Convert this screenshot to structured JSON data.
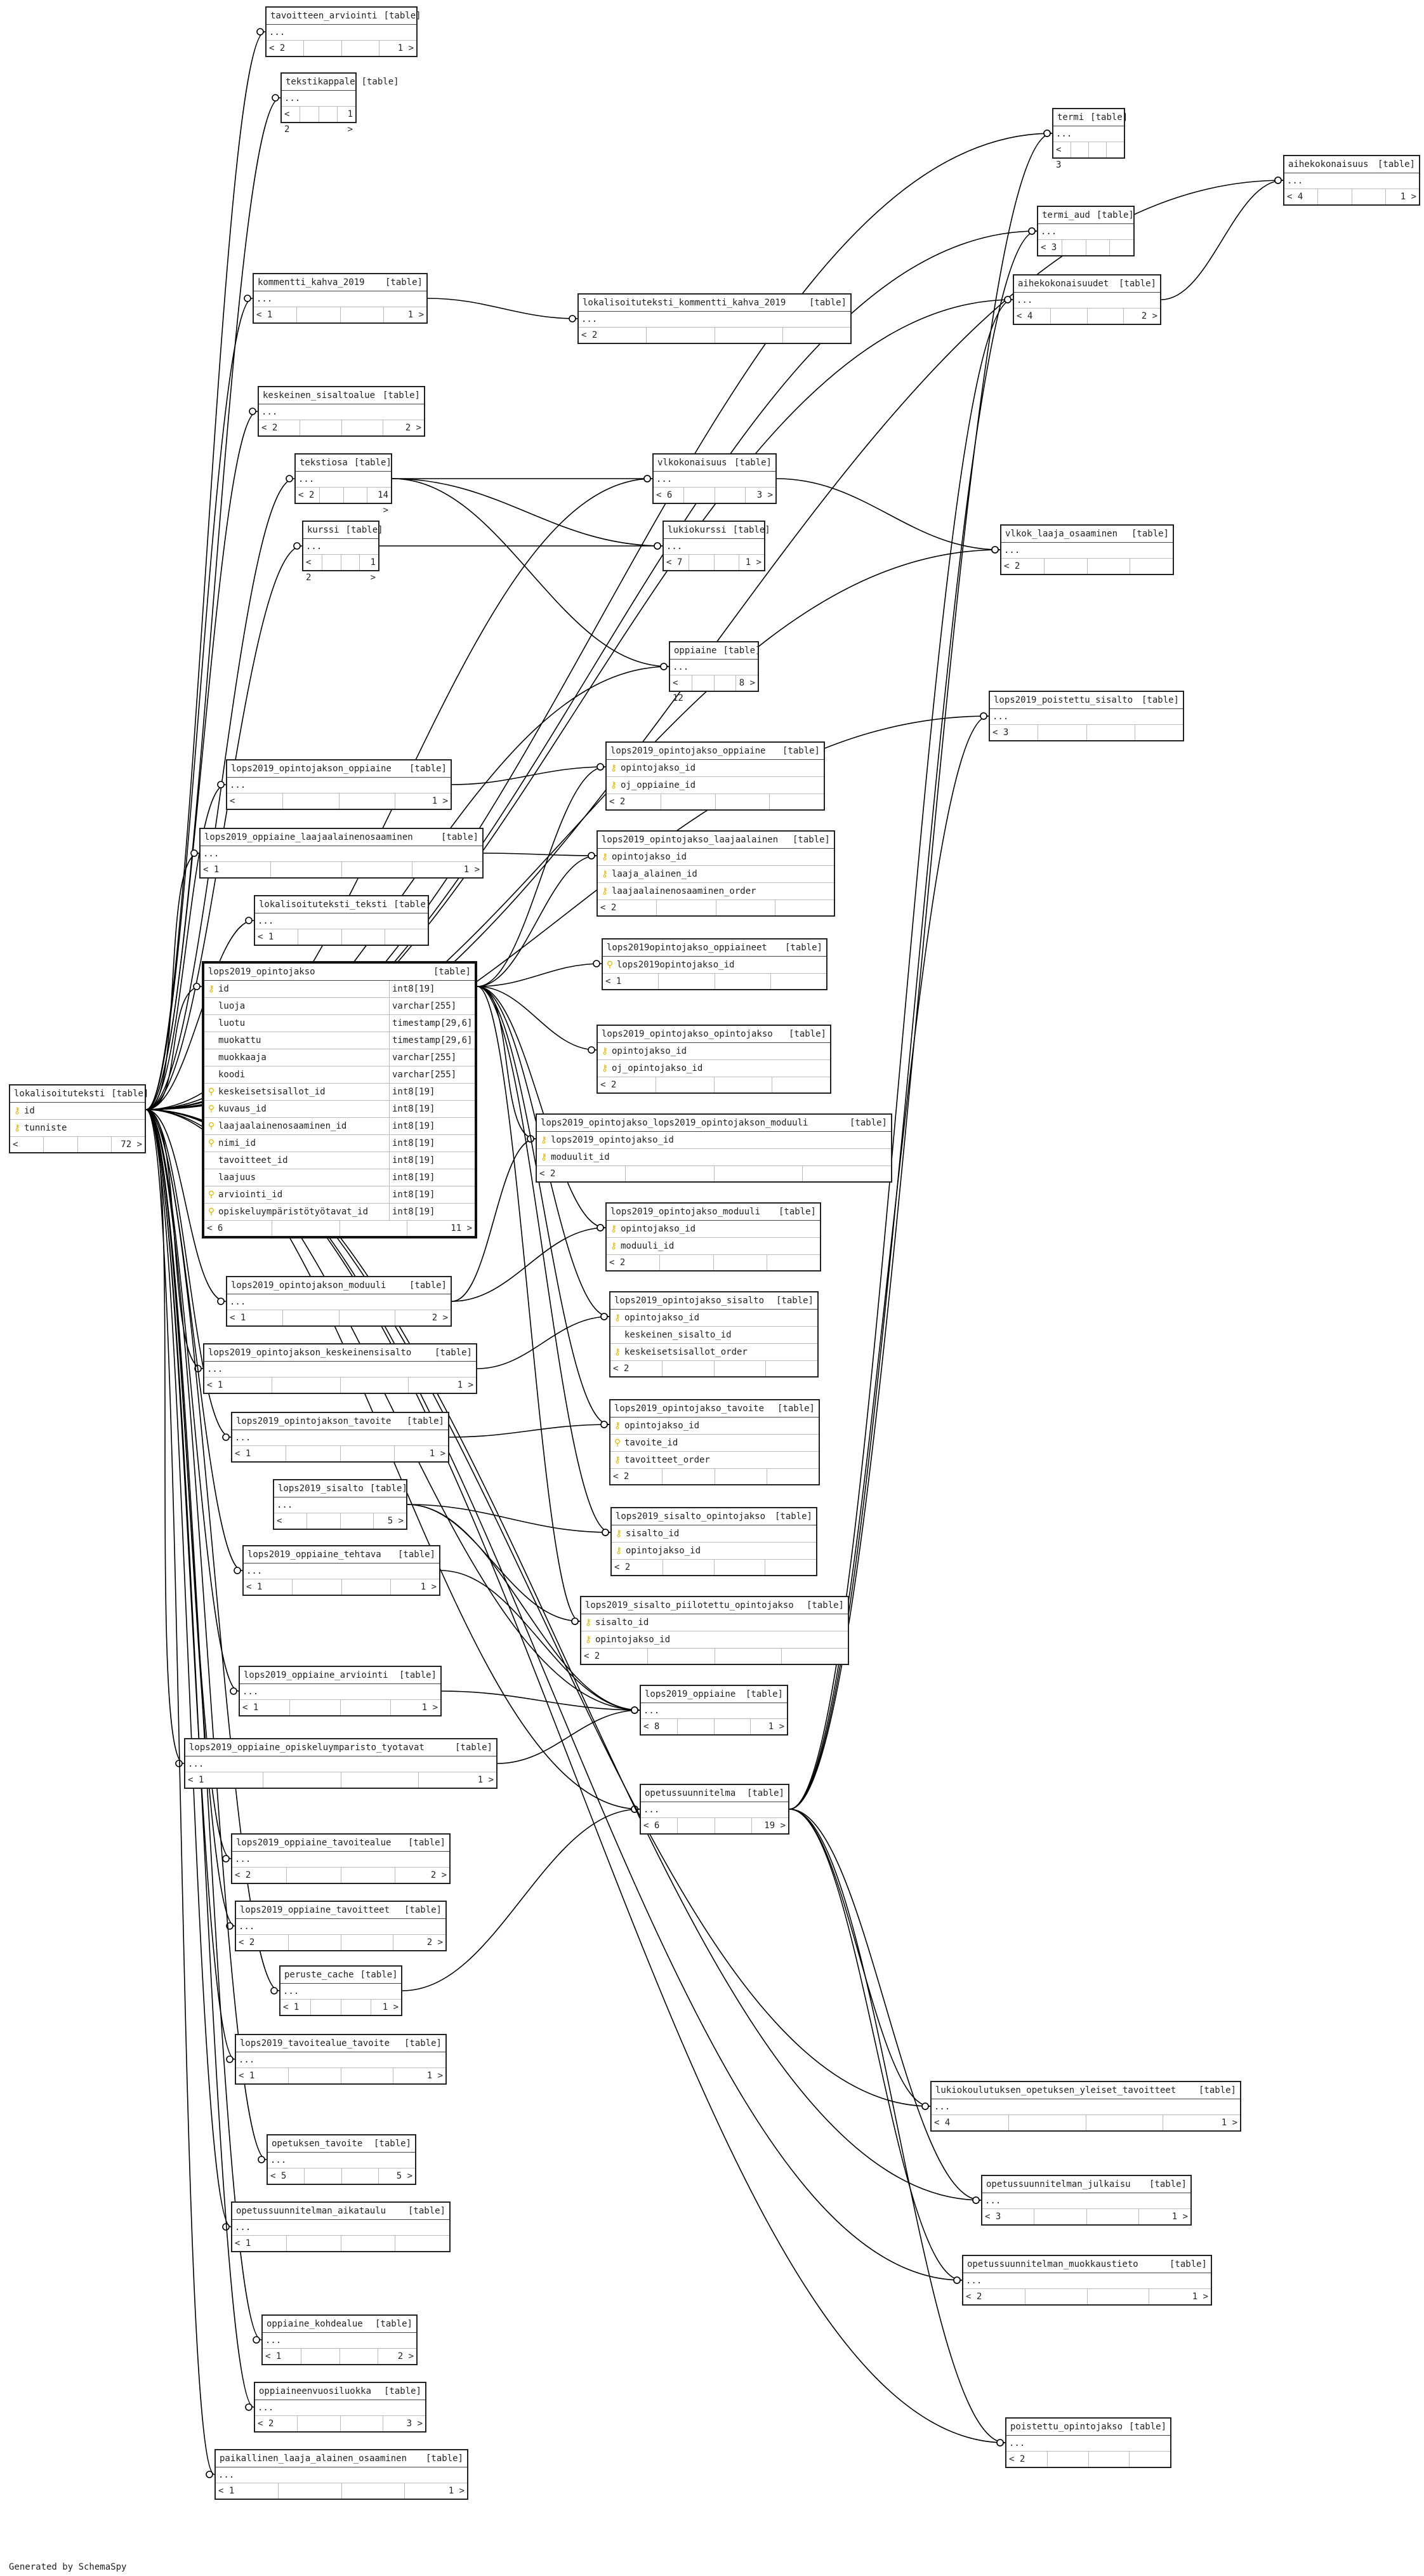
{
  "window": {
    "title": "SchemaSpy relationships diagram"
  },
  "footer": {
    "generated_by": "Generated by SchemaSpy"
  },
  "labels": {
    "tag": "[table]",
    "ellipsis": "...",
    "prefix": "< "
  },
  "colors": {
    "line": "#000000",
    "border": "#222222",
    "key_icon": "#e0b800"
  },
  "tables": [
    {
      "id": "tavoitteen_arviointi",
      "name": "tavoitteen_arviointi",
      "parents": "2",
      "children": "1"
    },
    {
      "id": "tekstikappale",
      "name": "tekstikappale",
      "parents": "2",
      "children": "1"
    },
    {
      "id": "termi",
      "name": "termi",
      "parents": "3",
      "children": ""
    },
    {
      "id": "aihekokonaisuus",
      "name": "aihekokonaisuus",
      "parents": "4",
      "children": "1"
    },
    {
      "id": "termi_aud",
      "name": "termi_aud",
      "parents": "3",
      "children": ""
    },
    {
      "id": "kommentti_kahva_2019",
      "name": "kommentti_kahva_2019",
      "parents": "1",
      "children": "1"
    },
    {
      "id": "lokalisoituteksti_kommentti_kahva_2019",
      "name": "lokalisoituteksti_kommentti_kahva_2019",
      "parents": "2",
      "children": ""
    },
    {
      "id": "aihekokonaisuudet",
      "name": "aihekokonaisuudet",
      "parents": "4",
      "children": "2"
    },
    {
      "id": "keskeinen_sisaltoalue",
      "name": "keskeinen_sisaltoalue",
      "parents": "2",
      "children": "2"
    },
    {
      "id": "tekstiosa",
      "name": "tekstiosa",
      "parents": "2",
      "children": "14"
    },
    {
      "id": "vlkokonaisuus",
      "name": "vlkokonaisuus",
      "parents": "6",
      "children": "3"
    },
    {
      "id": "kurssi",
      "name": "kurssi",
      "parents": "2",
      "children": "1"
    },
    {
      "id": "lukiokurssi",
      "name": "lukiokurssi",
      "parents": "7",
      "children": "1"
    },
    {
      "id": "vlkok_laaja_osaaminen",
      "name": "vlkok_laaja_osaaminen",
      "parents": "2",
      "children": ""
    },
    {
      "id": "oppiaine",
      "name": "oppiaine",
      "parents": "12",
      "children": "8"
    },
    {
      "id": "lops2019_poistettu_sisalto",
      "name": "lops2019_poistettu_sisalto",
      "parents": "3",
      "children": ""
    },
    {
      "id": "lops2019_opintojakson_oppiaine",
      "name": "lops2019_opintojakson_oppiaine",
      "parents": "",
      "children": "1"
    },
    {
      "id": "lops2019_opintojakso_oppiaine",
      "name": "lops2019_opintojakso_oppiaine",
      "parents": "2",
      "children": "",
      "rows": [
        {
          "key": "⚷",
          "name": "opintojakso_id"
        },
        {
          "key": "⚷",
          "name": "oj_oppiaine_id"
        }
      ]
    },
    {
      "id": "lops2019_oppiaine_laajaalainenosaaminen",
      "name": "lops2019_oppiaine_laajaalainenosaaminen",
      "parents": "1",
      "children": "1"
    },
    {
      "id": "lops2019_opintojakso_laajaalainen",
      "name": "lops2019_opintojakso_laajaalainen",
      "parents": "2",
      "children": "",
      "rows": [
        {
          "key": "⚷",
          "name": "opintojakso_id"
        },
        {
          "key": "⚷",
          "name": "laaja_alainen_id"
        },
        {
          "key": "⚷",
          "name": "laajaalainenosaaminen_order"
        }
      ]
    },
    {
      "id": "lokalisoituteksti_teksti",
      "name": "lokalisoituteksti_teksti",
      "parents": "1",
      "children": ""
    },
    {
      "id": "lops2019opintojakso_oppiaineet",
      "name": "lops2019opintojakso_oppiaineet",
      "parents": "1",
      "children": "",
      "rows": [
        {
          "key": "⚲",
          "name": "lops2019opintojakso_id"
        }
      ]
    },
    {
      "id": "lops2019_opintojakso_opintojakso",
      "name": "lops2019_opintojakso_opintojakso",
      "parents": "2",
      "children": "",
      "rows": [
        {
          "key": "⚷",
          "name": "opintojakso_id"
        },
        {
          "key": "⚷",
          "name": "oj_opintojakso_id"
        }
      ]
    },
    {
      "id": "lops2019_opintojakso_lops2019_opintojakson_moduuli",
      "name": "lops2019_opintojakso_lops2019_opintojakson_moduuli",
      "parents": "2",
      "children": "",
      "rows": [
        {
          "key": "⚷",
          "name": "lops2019_opintojakso_id"
        },
        {
          "key": "⚷",
          "name": "moduulit_id"
        }
      ]
    },
    {
      "id": "lokalisoituteksti",
      "name": "lokalisoituteksti",
      "parents": "",
      "children": "72",
      "rows": [
        {
          "key": "⚷",
          "name": "id"
        },
        {
          "key": "⚷",
          "name": "tunniste"
        }
      ]
    },
    {
      "id": "lops2019_opintojakso",
      "name": "lops2019_opintojakso",
      "parents": "6",
      "children": "11",
      "main": true,
      "rows": [
        {
          "key": "⚷",
          "name": "id",
          "type": "int8[19]"
        },
        {
          "key": "",
          "name": "luoja",
          "type": "varchar[255]"
        },
        {
          "key": "",
          "name": "luotu",
          "type": "timestamp[29,6]"
        },
        {
          "key": "",
          "name": "muokattu",
          "type": "timestamp[29,6]"
        },
        {
          "key": "",
          "name": "muokkaaja",
          "type": "varchar[255]"
        },
        {
          "key": "",
          "name": "koodi",
          "type": "varchar[255]"
        },
        {
          "key": "⚲",
          "name": "keskeisetsisallot_id",
          "type": "int8[19]"
        },
        {
          "key": "⚲",
          "name": "kuvaus_id",
          "type": "int8[19]"
        },
        {
          "key": "⚲",
          "name": "laajaalainenosaaminen_id",
          "type": "int8[19]"
        },
        {
          "key": "⚲",
          "name": "nimi_id",
          "type": "int8[19]"
        },
        {
          "key": "",
          "name": "tavoitteet_id",
          "type": "int8[19]"
        },
        {
          "key": "",
          "name": "laajuus",
          "type": "int8[19]"
        },
        {
          "key": "⚲",
          "name": "arviointi_id",
          "type": "int8[19]"
        },
        {
          "key": "⚲",
          "name": "opiskeluympäristötyötavat_id",
          "type": "int8[19]"
        }
      ]
    },
    {
      "id": "lops2019_opintojakso_moduuli",
      "name": "lops2019_opintojakso_moduuli",
      "parents": "2",
      "children": "",
      "rows": [
        {
          "key": "⚷",
          "name": "opintojakso_id"
        },
        {
          "key": "⚷",
          "name": "moduuli_id"
        }
      ]
    },
    {
      "id": "lops2019_opintojakson_moduuli",
      "name": "lops2019_opintojakson_moduuli",
      "parents": "1",
      "children": "2"
    },
    {
      "id": "lops2019_opintojakso_sisalto",
      "name": "lops2019_opintojakso_sisalto",
      "parents": "2",
      "children": "",
      "rows": [
        {
          "key": "⚷",
          "name": "opintojakso_id"
        },
        {
          "key": "",
          "name": "keskeinen_sisalto_id"
        },
        {
          "key": "⚷",
          "name": "keskeisetsisallot_order"
        }
      ]
    },
    {
      "id": "lops2019_opintojakson_keskeinensisalto",
      "name": "lops2019_opintojakson_keskeinensisalto",
      "parents": "1",
      "children": "1"
    },
    {
      "id": "lops2019_opintojakso_tavoite",
      "name": "lops2019_opintojakso_tavoite",
      "parents": "2",
      "children": "",
      "rows": [
        {
          "key": "⚷",
          "name": "opintojakso_id"
        },
        {
          "key": "⚲",
          "name": "tavoite_id"
        },
        {
          "key": "⚷",
          "name": "tavoitteet_order"
        }
      ]
    },
    {
      "id": "lops2019_opintojakson_tavoite",
      "name": "lops2019_opintojakson_tavoite",
      "parents": "1",
      "children": "1"
    },
    {
      "id": "lops2019_sisalto",
      "name": "lops2019_sisalto",
      "parents": "",
      "children": "5"
    },
    {
      "id": "lops2019_sisalto_opintojakso",
      "name": "lops2019_sisalto_opintojakso",
      "parents": "2",
      "children": "",
      "rows": [
        {
          "key": "⚷",
          "name": "sisalto_id"
        },
        {
          "key": "⚷",
          "name": "opintojakso_id"
        }
      ]
    },
    {
      "id": "lops2019_oppiaine_tehtava",
      "name": "lops2019_oppiaine_tehtava",
      "parents": "1",
      "children": "1"
    },
    {
      "id": "lops2019_sisalto_piilotettu_opintojakso",
      "name": "lops2019_sisalto_piilotettu_opintojakso",
      "parents": "2",
      "children": "",
      "rows": [
        {
          "key": "⚷",
          "name": "sisalto_id"
        },
        {
          "key": "⚷",
          "name": "opintojakso_id"
        }
      ]
    },
    {
      "id": "lops2019_oppiaine_arviointi",
      "name": "lops2019_oppiaine_arviointi",
      "parents": "1",
      "children": "1"
    },
    {
      "id": "lops2019_oppiaine",
      "name": "lops2019_oppiaine",
      "parents": "8",
      "children": "1"
    },
    {
      "id": "lops2019_oppiaine_opiskeluymparisto_tyotavat",
      "name": "lops2019_oppiaine_opiskeluymparisto_tyotavat",
      "parents": "1",
      "children": "1"
    },
    {
      "id": "opetussuunnitelma",
      "name": "opetussuunnitelma",
      "parents": "6",
      "children": "19"
    },
    {
      "id": "lops2019_oppiaine_tavoitealue",
      "name": "lops2019_oppiaine_tavoitealue",
      "parents": "2",
      "children": "2"
    },
    {
      "id": "lops2019_oppiaine_tavoitteet",
      "name": "lops2019_oppiaine_tavoitteet",
      "parents": "2",
      "children": "2"
    },
    {
      "id": "peruste_cache",
      "name": "peruste_cache",
      "parents": "1",
      "children": "1"
    },
    {
      "id": "lops2019_tavoitealue_tavoite",
      "name": "lops2019_tavoitealue_tavoite",
      "parents": "1",
      "children": "1"
    },
    {
      "id": "lukiokoulutuksen_opetuksen_yleiset_tavoitteet",
      "name": "lukiokoulutuksen_opetuksen_yleiset_tavoitteet",
      "parents": "4",
      "children": "1"
    },
    {
      "id": "opetuksen_tavoite",
      "name": "opetuksen_tavoite",
      "parents": "5",
      "children": "5"
    },
    {
      "id": "opetussuunnitelman_julkaisu",
      "name": "opetussuunnitelman_julkaisu",
      "parents": "3",
      "children": "1"
    },
    {
      "id": "opetussuunnitelman_aikataulu",
      "name": "opetussuunnitelman_aikataulu",
      "parents": "1",
      "children": ""
    },
    {
      "id": "opetussuunnitelman_muokkaustieto",
      "name": "opetussuunnitelman_muokkaustieto",
      "parents": "2",
      "children": "1"
    },
    {
      "id": "oppiaine_kohdealue",
      "name": "oppiaine_kohdealue",
      "parents": "1",
      "children": "2"
    },
    {
      "id": "oppiaineenvuosiluokka",
      "name": "oppiaineenvuosiluokka",
      "parents": "2",
      "children": "3"
    },
    {
      "id": "poistettu_opintojakso",
      "name": "poistettu_opintojakso",
      "parents": "2",
      "children": ""
    },
    {
      "id": "paikallinen_laaja_alainen_osaaminen",
      "name": "paikallinen_laaja_alainen_osaaminen",
      "parents": "1",
      "children": "1"
    }
  ],
  "relations": [
    [
      "tavoitteen_arviointi",
      "lokalisoituteksti"
    ],
    [
      "tekstikappale",
      "lokalisoituteksti"
    ],
    [
      "termi",
      "lokalisoituteksti"
    ],
    [
      "aihekokonaisuus",
      "lokalisoituteksti"
    ],
    [
      "termi_aud",
      "lokalisoituteksti"
    ],
    [
      "kommentti_kahva_2019",
      "lokalisoituteksti"
    ],
    [
      "lokalisoituteksti_kommentti_kahva_2019",
      "kommentti_kahva_2019"
    ],
    [
      "aihekokonaisuudet",
      "lokalisoituteksti"
    ],
    [
      "aihekokonaisuus",
      "aihekokonaisuudet"
    ],
    [
      "keskeinen_sisaltoalue",
      "lokalisoituteksti"
    ],
    [
      "tekstiosa",
      "lokalisoituteksti"
    ],
    [
      "vlkokonaisuus",
      "tekstiosa"
    ],
    [
      "vlkokonaisuus",
      "lokalisoituteksti"
    ],
    [
      "lukiokurssi",
      "tekstiosa"
    ],
    [
      "lukiokurssi",
      "kurssi"
    ],
    [
      "kurssi",
      "lokalisoituteksti"
    ],
    [
      "vlkok_laaja_osaaminen",
      "vlkokonaisuus"
    ],
    [
      "vlkok_laaja_osaaminen",
      "lokalisoituteksti"
    ],
    [
      "oppiaine",
      "tekstiosa"
    ],
    [
      "oppiaine",
      "lokalisoituteksti"
    ],
    [
      "lops2019_poistettu_sisalto",
      "lokalisoituteksti"
    ],
    [
      "lops2019_opintojakso_oppiaine",
      "lops2019_opintojakson_oppiaine"
    ],
    [
      "lops2019_opintojakso_oppiaine",
      "lops2019_opintojakso"
    ],
    [
      "lops2019_opintojakso_laajaalainen",
      "lops2019_oppiaine_laajaalainenosaaminen"
    ],
    [
      "lops2019_opintojakso_laajaalainen",
      "lops2019_opintojakso"
    ],
    [
      "lops2019opintojakso_oppiaineet",
      "lops2019_opintojakso"
    ],
    [
      "lops2019_opintojakso_opintojakso",
      "lops2019_opintojakso"
    ],
    [
      "lops2019_opintojakso_lops2019_opintojakson_moduuli",
      "lops2019_opintojakso"
    ],
    [
      "lops2019_opintojakso_lops2019_opintojakson_moduuli",
      "lops2019_opintojakson_moduuli"
    ],
    [
      "lops2019_opintojakso",
      "lokalisoituteksti"
    ],
    [
      "lops2019_opintojakso_moduuli",
      "lops2019_opintojakso"
    ],
    [
      "lops2019_opintojakso_moduuli",
      "lops2019_opintojakson_moduuli"
    ],
    [
      "lops2019_opintojakso_sisalto",
      "lops2019_opintojakso"
    ],
    [
      "lops2019_opintojakso_sisalto",
      "lops2019_opintojakson_keskeinensisalto"
    ],
    [
      "lops2019_opintojakso_tavoite",
      "lops2019_opintojakso"
    ],
    [
      "lops2019_opintojakso_tavoite",
      "lops2019_opintojakson_tavoite"
    ],
    [
      "lops2019_sisalto_opintojakso",
      "lops2019_sisalto"
    ],
    [
      "lops2019_sisalto_opintojakso",
      "lops2019_opintojakso"
    ],
    [
      "lops2019_sisalto_piilotettu_opintojakso",
      "lops2019_sisalto"
    ],
    [
      "lops2019_sisalto_piilotettu_opintojakso",
      "lops2019_opintojakso"
    ],
    [
      "lops2019_oppiaine",
      "lops2019_sisalto"
    ],
    [
      "lops2019_oppiaine",
      "lops2019_oppiaine_tehtava"
    ],
    [
      "lops2019_oppiaine",
      "lops2019_oppiaine_arviointi"
    ],
    [
      "lops2019_oppiaine",
      "lops2019_oppiaine_opiskeluymparisto_tyotavat"
    ],
    [
      "lops2019_oppiaine",
      "lokalisoituteksti"
    ],
    [
      "opetussuunnitelma",
      "lokalisoituteksti"
    ],
    [
      "opetussuunnitelma",
      "peruste_cache"
    ],
    [
      "lops2019_opintojakson_oppiaine",
      "lokalisoituteksti"
    ],
    [
      "lops2019_oppiaine_laajaalainenosaaminen",
      "lokalisoituteksti"
    ],
    [
      "lokalisoituteksti_teksti",
      "lokalisoituteksti"
    ],
    [
      "lops2019_opintojakson_moduuli",
      "lokalisoituteksti"
    ],
    [
      "lops2019_opintojakson_keskeinensisalto",
      "lokalisoituteksti"
    ],
    [
      "lops2019_opintojakson_tavoite",
      "lokalisoituteksti"
    ],
    [
      "lops2019_oppiaine_tehtava",
      "lokalisoituteksti"
    ],
    [
      "lops2019_oppiaine_arviointi",
      "lokalisoituteksti"
    ],
    [
      "lops2019_oppiaine_opiskeluymparisto_tyotavat",
      "lokalisoituteksti"
    ],
    [
      "lops2019_oppiaine_tavoitealue",
      "lokalisoituteksti"
    ],
    [
      "lops2019_oppiaine_tavoitteet",
      "lokalisoituteksti"
    ],
    [
      "peruste_cache",
      "lokalisoituteksti"
    ],
    [
      "lops2019_tavoitealue_tavoite",
      "lokalisoituteksti"
    ],
    [
      "opetuksen_tavoite",
      "lokalisoituteksti"
    ],
    [
      "opetussuunnitelman_aikataulu",
      "lokalisoituteksti"
    ],
    [
      "oppiaine_kohdealue",
      "lokalisoituteksti"
    ],
    [
      "oppiaineenvuosiluokka",
      "lokalisoituteksti"
    ],
    [
      "paikallinen_laaja_alainen_osaaminen",
      "lokalisoituteksti"
    ],
    [
      "lukiokoulutuksen_opetuksen_yleiset_tavoitteet",
      "opetussuunnitelma"
    ],
    [
      "lukiokoulutuksen_opetuksen_yleiset_tavoitteet",
      "lokalisoituteksti"
    ],
    [
      "opetussuunnitelman_julkaisu",
      "opetussuunnitelma"
    ],
    [
      "opetussuunnitelman_julkaisu",
      "lokalisoituteksti"
    ],
    [
      "opetussuunnitelman_muokkaustieto",
      "opetussuunnitelma"
    ],
    [
      "opetussuunnitelman_muokkaustieto",
      "lokalisoituteksti"
    ],
    [
      "poistettu_opintojakso",
      "opetussuunnitelma"
    ],
    [
      "poistettu_opintojakso",
      "lokalisoituteksti"
    ],
    [
      "termi",
      "opetussuunnitelma"
    ],
    [
      "termi_aud",
      "opetussuunnitelma"
    ],
    [
      "aihekokonaisuudet",
      "opetussuunnitelma"
    ],
    [
      "lops2019_poistettu_sisalto",
      "opetussuunnitelma"
    ]
  ]
}
